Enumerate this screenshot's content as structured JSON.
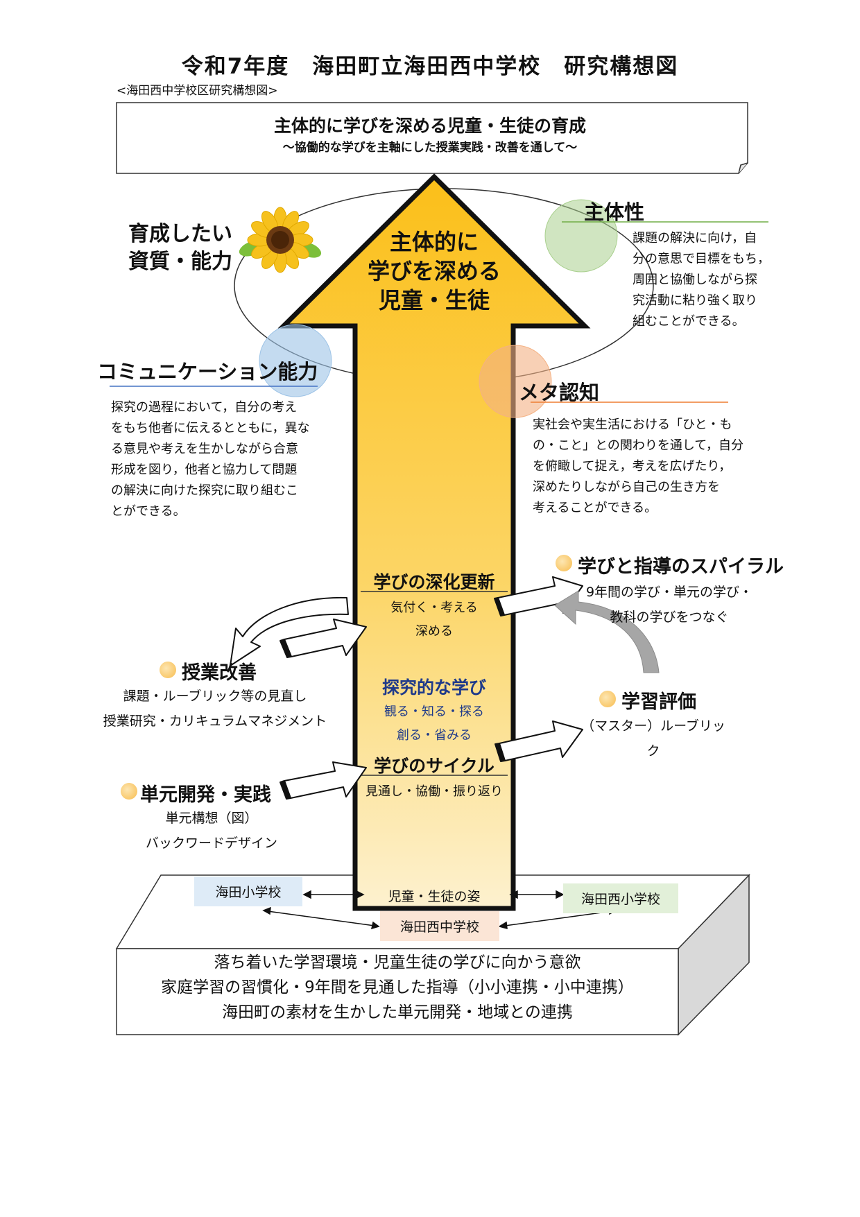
{
  "title": "令和7年度　海田町立海田西中学校　研究構想図",
  "subtitle": "<海田西中学校区研究構想図>",
  "goal": {
    "main": "主体的に学びを深める児童・生徒の育成",
    "sub": "～協働的な学びを主軸にした授業実践・改善を通して～"
  },
  "arrow_text": [
    "主体的に",
    "学びを深める",
    "児童・生徒"
  ],
  "qualities": {
    "title_lines": [
      "育成したい",
      "資質・能力"
    ],
    "shutaisei": {
      "title": "主体性",
      "lines": [
        "課題の解決に向け，自",
        "分の意思で目標をもち，",
        "周囲と協働しながら探",
        "究活動に粘り強く取り",
        "組むことができる。"
      ]
    },
    "communication": {
      "title": "コミュニケーション能力",
      "lines": [
        "探究の過程において，自分の考え",
        "をもち他者に伝えるとともに，異な",
        "る意見や考えを生かしながら合意",
        "形成を図り，他者と協力して問題",
        "の解決に向けた探究に取り組むこ",
        "とができる。"
      ]
    },
    "metacognition": {
      "title": "メタ認知",
      "lines": [
        "実社会や実生活における「ひと・も",
        "の・こと」との関わりを通して，自分",
        "を俯瞰して捉え，考えを広げたり，",
        "深めたりしながら自己の生き方を",
        "考えることができる。"
      ]
    }
  },
  "inner": {
    "deepening": {
      "title": "学びの深化更新",
      "lines": [
        "気付く・考える",
        "深める"
      ]
    },
    "inquiry": {
      "title": "探究的な学び",
      "lines": [
        "観る・知る・探る",
        "創る・省みる"
      ]
    },
    "cycle": {
      "title": "学びのサイクル",
      "lines": [
        "見通し・協働・振り返り"
      ]
    }
  },
  "side": {
    "spiral": {
      "title": "学びと指導のスパイラル",
      "lines": [
        "9年間の学び・単元の学び・",
        "教科の学びをつなぐ"
      ]
    },
    "improvement": {
      "title": "授業改善",
      "lines": [
        "課題・ルーブリック等の見直し",
        "授業研究・カリキュラムマネジメント"
      ]
    },
    "evaluation": {
      "title": "学習評価",
      "lines": [
        "（マスター）ルーブリック"
      ]
    },
    "unit": {
      "title": "単元開発・実践",
      "lines": [
        "単元構想（図）",
        "バックワードデザイン"
      ]
    }
  },
  "schools": {
    "elementary": "海田小学校",
    "west_elementary": "海田西小学校",
    "junior_high": "海田西中学校",
    "student_figure": "児童・生徒の姿"
  },
  "foundation": [
    "落ち着いた学習環境・児童生徒の学びに向かう意欲",
    "家庭学習の習慣化・9年間を見通した指導（小小連携・小中連携）",
    "海田町の素材を生かした単元開発・地域との連携"
  ],
  "colors": {
    "arrow_top": "#fbbf19",
    "arrow_bottom": "#fdf1cf",
    "green_circle": "#a9d08e",
    "blue_circle": "#9dc3e6",
    "orange_circle": "#f4b183",
    "dot": "#fcd68a",
    "elementary_box": "#deebf7",
    "west_box": "#e2f0d9",
    "jh_box": "#fbe5d6"
  }
}
